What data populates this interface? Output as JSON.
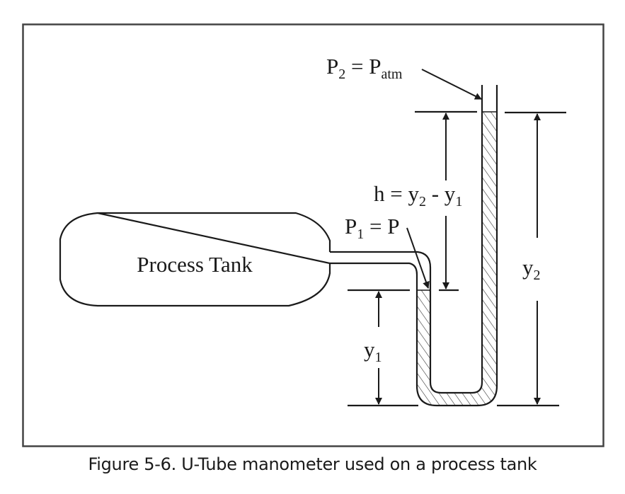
{
  "figure": {
    "caption": "Figure 5-6. U-Tube manometer used on a process tank",
    "tank_label": "Process Tank",
    "labels": {
      "p2": {
        "main": "P",
        "sub": "2",
        "eq": " = ",
        "rhs": "P",
        "rhs_sub": "atm"
      },
      "p1": {
        "main": "P",
        "sub": "1",
        "eq": " = ",
        "rhs": "P"
      },
      "h": {
        "main": "h = y",
        "sub1": "2",
        "mid": " - y",
        "sub2": "1"
      },
      "y1": {
        "main": "y",
        "sub": "1"
      },
      "y2": {
        "main": "y",
        "sub": "2"
      }
    },
    "colors": {
      "line": "#1a1a1a",
      "frame": "#444444",
      "background": "#ffffff"
    }
  }
}
